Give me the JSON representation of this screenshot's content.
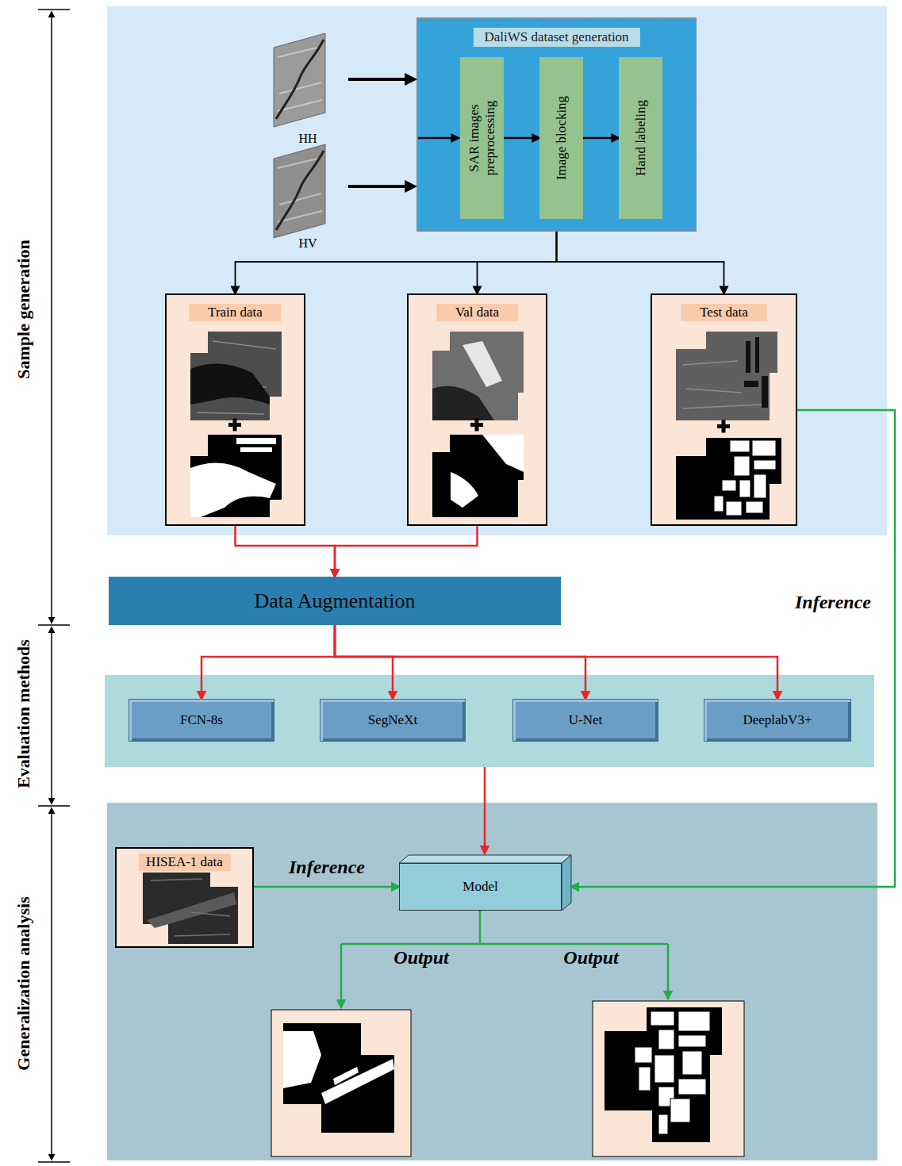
{
  "diagram": {
    "nodes": [
      {
        "text": [
          "HH"
        ]
      },
      {
        "text": [
          "HV"
        ]
      },
      {
        "text": [
          "DaliWS dataset generation"
        ]
      },
      {
        "text": [
          "SAR images preprocessing"
        ],
        "in": 2
      },
      {
        "text": [
          "Image blocking"
        ],
        "in": 2
      },
      {
        "text": [
          "Hand labeling"
        ],
        "in": 2
      },
      {
        "text": [
          "Train data"
        ]
      },
      {
        "text": [
          "Val data"
        ]
      },
      {
        "text": [
          "Test data"
        ]
      },
      {
        "text": [
          "Data Augmentation"
        ]
      },
      {
        "text": [
          "FCN-8s"
        ]
      },
      {
        "text": [
          "SegNeXt"
        ]
      },
      {
        "text": [
          "U-Net"
        ]
      },
      {
        "text": [
          "DeeplabV3+"
        ]
      },
      {
        "text": [
          "HISEA-1 data"
        ]
      },
      {
        "text": [
          "Model"
        ]
      }
    ],
    "edges": [
      {
        "from": 0,
        "to": 2,
        "arrow": "to"
      },
      {
        "from": 1,
        "to": 2,
        "arrow": "to"
      },
      {
        "from": 3,
        "to": 4,
        "arrow": "to"
      },
      {
        "from": 4,
        "to": 5,
        "arrow": "to"
      },
      {
        "from": 2,
        "to": 6,
        "arrow": "to"
      },
      {
        "from": 2,
        "to": 7,
        "arrow": "to"
      },
      {
        "from": 2,
        "to": 8,
        "arrow": "to"
      },
      {
        "from": 6,
        "to": 9,
        "arrow": "to"
      },
      {
        "from": 7,
        "to": 9,
        "arrow": "to"
      },
      {
        "from": 9,
        "to": 10,
        "arrow": "to"
      },
      {
        "from": 9,
        "to": 11,
        "arrow": "to"
      },
      {
        "from": 9,
        "to": 12,
        "arrow": "to"
      },
      {
        "from": 9,
        "to": 13,
        "arrow": "to"
      },
      {
        "from": 8,
        "to": 15,
        "label": "Inference",
        "arrow": "to"
      },
      {
        "from": 14,
        "to": 15,
        "label": "Inference",
        "arrow": "to"
      }
    ],
    "labels": [
      "Sample generation",
      "Evaluation methods",
      "Generalization analysis",
      "Output",
      "Output"
    ]
  }
}
